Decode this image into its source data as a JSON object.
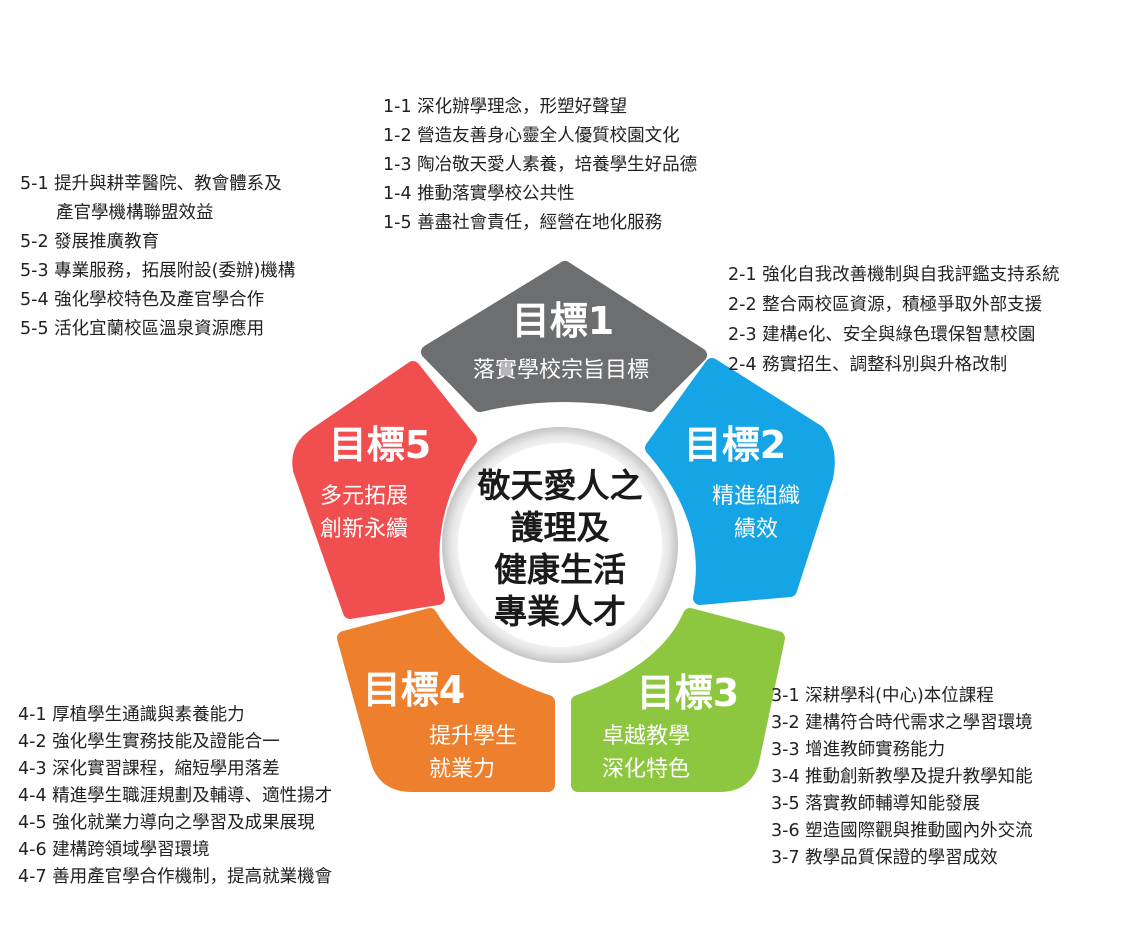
{
  "center": {
    "lines": [
      "敬天愛人之",
      "護理及",
      "健康生活",
      "專業人才"
    ]
  },
  "goals": [
    {
      "title": "目標1",
      "subtitle": [
        "落實學校宗旨目標"
      ],
      "color": "#6d6e70",
      "items": [
        "1-1 深化辦學理念，形塑好聲望",
        "1-2 營造友善身心靈全人優質校園文化",
        "1-3 陶冶敬天愛人素養，培養學生好品德",
        "1-4 推動落實學校公共性",
        "1-5 善盡社會責任，經營在地化服務"
      ]
    },
    {
      "title": "目標2",
      "subtitle": [
        "精進組織",
        "績效"
      ],
      "color": "#15a4e5",
      "items": [
        "2-1 強化自我改善機制與自我評鑑支持系統",
        "2-2 整合兩校區資源，積極爭取外部支援",
        "2-3 建構e化、安全與綠色環保智慧校園",
        "2-4 務實招生、調整科別與升格改制"
      ]
    },
    {
      "title": "目標3",
      "subtitle": [
        "卓越教學",
        "深化特色"
      ],
      "color": "#8dc63f",
      "items": [
        "3-1 深耕學科(中心)本位課程",
        "3-2 建構符合時代需求之學習環境",
        "3-3 增進教師實務能力",
        "3-4 推動創新教學及提升教學知能",
        "3-5 落實教師輔導知能發展",
        "3-6 塑造國際觀與推動國內外交流",
        "3-7 教學品質保證的學習成效"
      ]
    },
    {
      "title": "目標4",
      "subtitle": [
        "提升學生",
        "就業力"
      ],
      "color": "#ee7f2d",
      "items": [
        "4-1 厚植學生通識與素養能力",
        "4-2 強化學生實務技能及證能合一",
        "4-3 深化實習課程，縮短學用落差",
        "4-4 精進學生職涯規劃及輔導、適性揚才",
        "4-5 強化就業力導向之學習及成果展現",
        "4-6 建構跨領域學習環境",
        "4-7 善用產官學合作機制，提高就業機會"
      ]
    },
    {
      "title": "目標5",
      "subtitle": [
        "多元拓展",
        "創新永續"
      ],
      "color": "#f04e4f",
      "items": [
        "5-1 提升與耕莘醫院、教會體系及",
        "產官學機構聯盟效益",
        "5-2 發展推廣教育",
        "5-3 專業服務，拓展附設(委辦)機構",
        "5-4 強化學校特色及產官學合作",
        "5-5 活化宜蘭校區溫泉資源應用"
      ]
    }
  ]
}
